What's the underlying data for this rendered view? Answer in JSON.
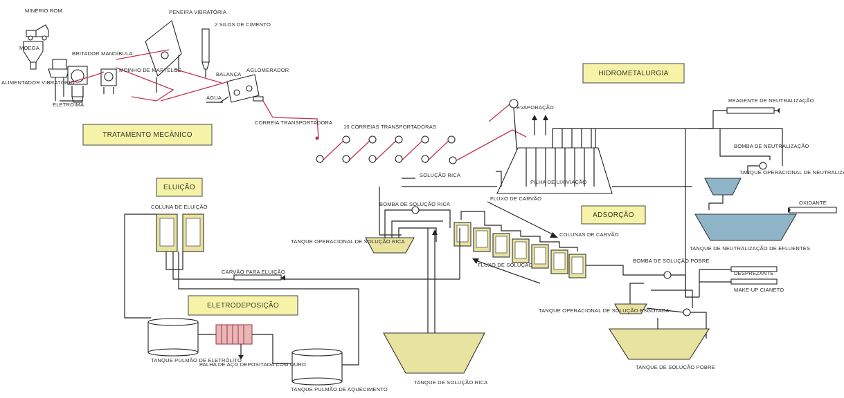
{
  "sections": {
    "mech": "TRATAMENTO MECÂNICO",
    "hydro": "HIDROMETALURGIA",
    "elution": "ELUIÇÃO",
    "adsorption": "ADSORÇÃO",
    "electro": "ELETRODEPOSIÇÃO"
  },
  "labels": {
    "minerio_rom": "MINÉRIO ROM",
    "moega": "MOEGA",
    "alimentador": "ALIMENTADOR VIBRATÓRIO",
    "britador": "BRITADOR MANDÍBULA",
    "eletroima": "ELETROÍMÃ",
    "moinho": "MOINHO DE MARTELOS",
    "peneira": "PENEIRA VIBRATÓRIA",
    "silos": "2 SILOS DE CIMENTO",
    "balanca": "BALANÇA",
    "aglomerador": "AGLOMERADOR",
    "agua": "ÁGUA",
    "correia": "CORREIA TRANSPORTADORA",
    "correias": "10 CORREIAS TRANSPORTADORAS",
    "evaporacao": "EVAPORAÇÃO",
    "pilha": "PILHA DE LIXIVIAÇÃO",
    "solucao_rica": "SOLUÇÃO RICA",
    "reagente": "REAGENTE DE NEUTRALIZAÇÃO",
    "bomba_neutra": "BOMBA DE NEUTRALIZAÇÃO",
    "tanque_op_neutra": "TANQUE OPERACIONAL DE NEUTRALIZAÇÃO",
    "oxidante": "OXIDANTE",
    "tanque_neutra_efluentes": "TANQUE DE NEUTRALIZAÇÃO DE EFLUENTES",
    "bomba_rica": "BOMBA DE SOLUÇÃO RICA",
    "fluxo_carvao": "FLUXO DE CARVÃO",
    "colunas_carvao": "COLUNAS DE CARVÃO",
    "fluxo_solucao": "FLUXO DE SOLUÇÃO",
    "tanque_op_rica": "TANQUE OPERACIONAL DE SOLUÇÃO RICA",
    "coluna_eluicao": "COLUNA DE ELUIÇÃO",
    "carvao_eluicao": "CARVÃO PARA ELUIÇÃO",
    "bomba_pobre": "BOMBA DE SOLUÇÃO POBRE",
    "desprezante": "DESPREZANTE",
    "make_up": "MAKE-UP CIANETO",
    "tanque_op_esgotada": "TANQUE OPERACIONAL DE SOLUÇÃO ESGOTADA",
    "tanque_pulmao_eletrolito": "TANQUE PULMÃO DE ELETRÓLITO",
    "palha": "PALHA DE AÇO DEPOSITADA COM OURO",
    "tanque_pulmao_aquecimento": "TANQUE PULMÃO DE AQUECIMENTO",
    "tanque_rica": "TANQUE DE SOLUÇÃO RICA",
    "tanque_pobre": "TANQUE DE SOLUÇÃO POBRE"
  },
  "colors": {
    "section_fill": "#f6f2a8",
    "tank_fill": "#e9e3a0",
    "water_fill": "#8fb4c8",
    "red_line": "#c0344a",
    "line": "#222222"
  }
}
